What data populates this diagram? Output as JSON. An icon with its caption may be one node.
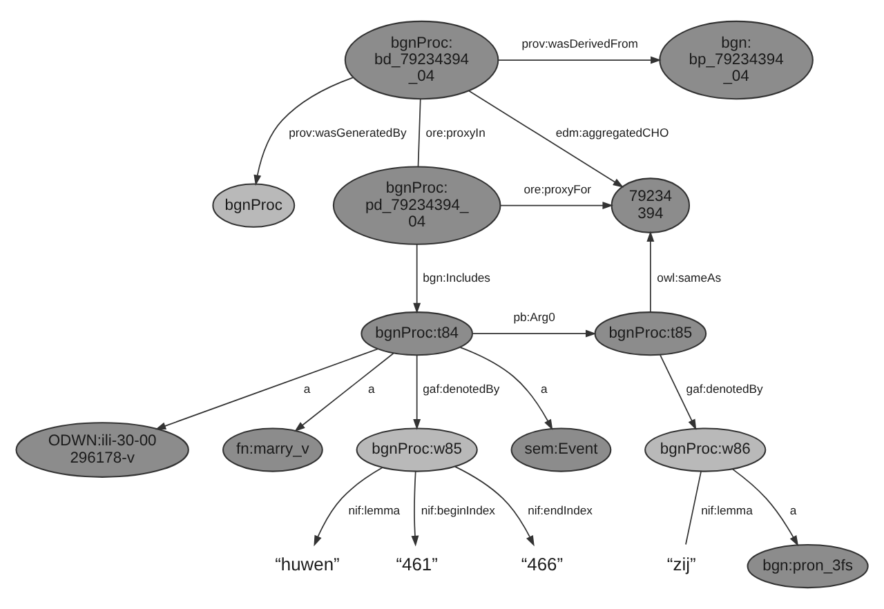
{
  "diagram": {
    "nodes": [
      {
        "text": [
          "bgnProc: bd_79234394 _04"
        ]
      },
      {
        "text": [
          "bgn: bp_79234394 _04"
        ]
      },
      {
        "text": [
          "bgnProc: pd_79234394_ 04"
        ]
      },
      {
        "text": [
          "79234 394"
        ]
      },
      {
        "text": [
          "bgnProc"
        ]
      },
      {
        "text": [
          "ODWN:ili-30-00 296178-v"
        ]
      },
      {
        "text": [
          "bgnProc:t84"
        ]
      },
      {
        "text": [
          "bgnProc:t85"
        ]
      },
      {
        "text": [
          "fn:marry_v"
        ]
      },
      {
        "text": [
          "bgnProc:w85"
        ]
      },
      {
        "text": [
          "sem:Event"
        ]
      },
      {
        "text": [
          "bgnProc:w86"
        ]
      },
      {
        "text": [
          "“huwen”"
        ]
      },
      {
        "text": [
          "bgn:pron_3fs"
        ]
      },
      {
        "text": [
          "“zij”"
        ]
      },
      {
        "text": [
          "“461”"
        ]
      },
      {
        "text": [
          "“466”"
        ]
      }
    ],
    "edges": [
      {
        "from": 2,
        "to": 0,
        "arrow": "none",
        "label": "ore:proxyIn"
      },
      {
        "from": 0,
        "to": 1,
        "arrow": "to",
        "label": "prov:wasDerivedFrom"
      },
      {
        "from": 0,
        "to": 4,
        "arrow": "to",
        "label": "prov:wasGeneratedBy"
      },
      {
        "from": 0,
        "to": 3,
        "arrow": "to",
        "label": "edm:aggregatedCHO"
      },
      {
        "from": 2,
        "to": 3,
        "arrow": "to",
        "label": "ore:proxyFor"
      },
      {
        "from": 2,
        "to": 6,
        "arrow": "to",
        "label": "bgn:Includes"
      },
      {
        "from": 6,
        "to": 5,
        "arrow": "to",
        "label": "a"
      },
      {
        "from": 6,
        "to": 7,
        "arrow": "to",
        "label": "pb:Arg0"
      },
      {
        "from": 7,
        "to": 3,
        "arrow": "to",
        "label": "owl:sameAs"
      },
      {
        "from": 6,
        "to": 8,
        "arrow": "to",
        "label": "a"
      },
      {
        "from": 6,
        "to": 10,
        "arrow": "to",
        "label": "a"
      },
      {
        "from": 6,
        "to": 9,
        "arrow": "to",
        "label": "gaf:denotedBy"
      },
      {
        "from": 7,
        "to": 11,
        "arrow": "to",
        "label": "gaf:denotedBy"
      },
      {
        "from": 9,
        "to": 15,
        "arrow": "to",
        "label": "nif:beginIndex"
      },
      {
        "from": 9,
        "to": 16,
        "arrow": "to",
        "label": "nif:endIndex"
      },
      {
        "from": 9,
        "to": 12,
        "arrow": "to",
        "label": "nif:lemma"
      },
      {
        "from": 11,
        "to": 13,
        "arrow": "to",
        "label": "a"
      },
      {
        "from": 11,
        "to": 14,
        "arrow": "none",
        "label": "nif:lemma"
      }
    ]
  }
}
